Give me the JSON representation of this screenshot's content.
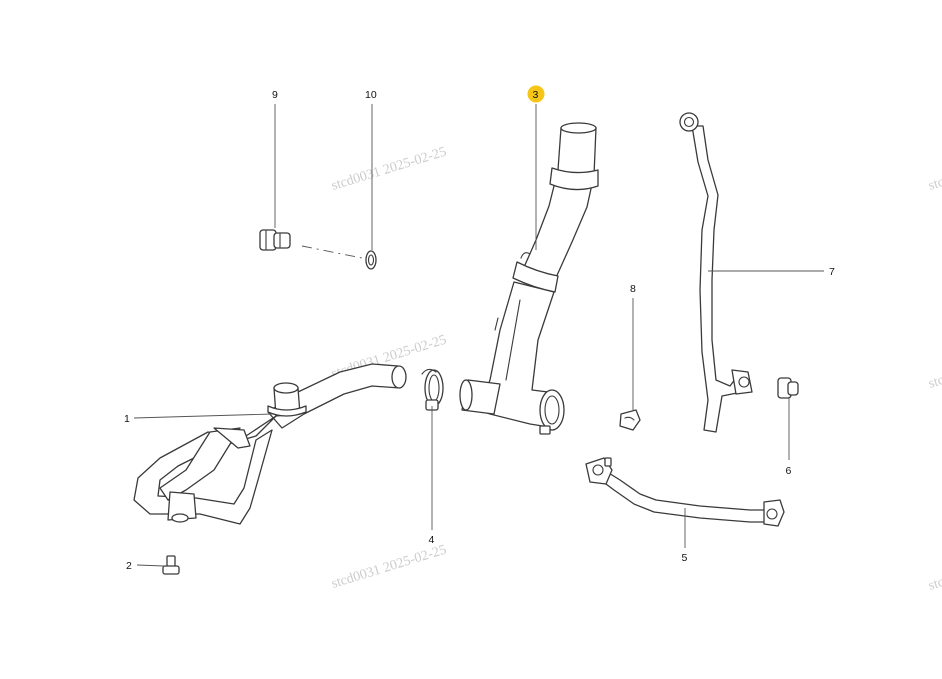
{
  "colors": {
    "highlight": "#f5c518",
    "line": "#3a3a3a",
    "watermark": "#cccccc"
  },
  "callouts": [
    {
      "id": "1",
      "label": "1",
      "highlighted": false
    },
    {
      "id": "2",
      "label": "2",
      "highlighted": false
    },
    {
      "id": "3",
      "label": "3",
      "highlighted": true
    },
    {
      "id": "4",
      "label": "4",
      "highlighted": false
    },
    {
      "id": "5",
      "label": "5",
      "highlighted": false
    },
    {
      "id": "6",
      "label": "6",
      "highlighted": false
    },
    {
      "id": "7",
      "label": "7",
      "highlighted": false
    },
    {
      "id": "8",
      "label": "8",
      "highlighted": false
    },
    {
      "id": "9",
      "label": "9",
      "highlighted": false
    },
    {
      "id": "10",
      "label": "10",
      "highlighted": false
    }
  ],
  "watermarks": [
    {
      "text": "stcd0031    2025-02-25"
    },
    {
      "text": "stcd0031    2025-02-25"
    },
    {
      "text": "stcd0031    2025-02-25"
    },
    {
      "text": "stc"
    },
    {
      "text": "stc"
    },
    {
      "text": "stc"
    }
  ]
}
